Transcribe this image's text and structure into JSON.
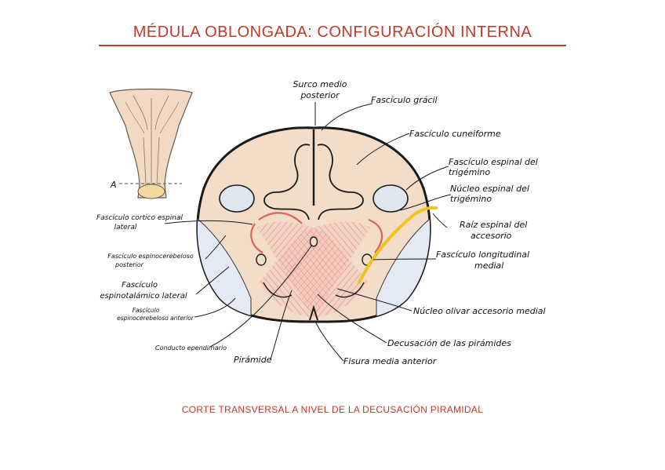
{
  "title": "MÉDULA OBLONGADA: CONFIGURACIÓN INTERNA",
  "caption": "CORTE TRANSVERSAL A NIVEL DE LA DECUSACIÓN PIRAMIDAL",
  "thumbnail_marker": "A",
  "colors": {
    "accent": "#c0392b",
    "tissue": "#f3dcc8",
    "white_matter_light": "#e4eaf5",
    "decussation": "#f2b6b3",
    "accessory_root": "#f0c419",
    "outline": "#1a1a1a"
  },
  "labels": {
    "surco_medio_posterior": [
      "Surco medio",
      "posterior"
    ],
    "fasciculo_gracil": "Fascículo grácil",
    "fasciculo_cuneiforme": "Fascículo cuneiforme",
    "fasciculo_espinal_trigemino": [
      "Fascículo espinal del",
      "trigémino"
    ],
    "nucleo_espinal_trigemino": [
      "Núcleo espinal del",
      "trigémino"
    ],
    "raiz_espinal_accesorio": [
      "Raíz espinal del",
      "accesorio"
    ],
    "fasciculo_longitudinal_medial": [
      "Fascículo longitudinal",
      "medial"
    ],
    "nucleo_olivar_accesorio_medial": "Núcleo olivar accesorio medial",
    "decusacion_piramides": "Decusación de las pirámides",
    "fisura_media_anterior": "Fisura media anterior",
    "piramide": "Pirámide",
    "conducto_ependimario": "Conducto ependimario",
    "fasciculo_espinocerebeloso_anterior": [
      "Fascículo",
      "espinocerebeloso anterior"
    ],
    "fasciculo_espinotalamico_lateral": [
      "Fascículo",
      "espinotalámico lateral"
    ],
    "fasciculo_espinocerebeloso_posterior": [
      "Fascículo espinocerebeloso",
      "posterior"
    ],
    "fasciculo_corticoespinal_lateral": [
      "Fascículo cortico espinal",
      "lateral"
    ]
  }
}
